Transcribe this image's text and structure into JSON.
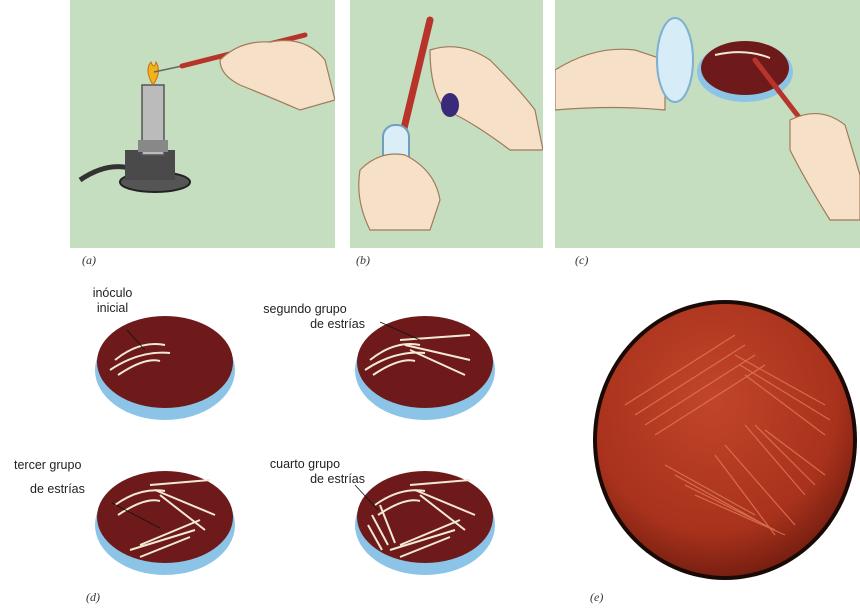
{
  "captions": {
    "a": "(a)",
    "b": "(b)",
    "c": "(c)",
    "d": "(d)",
    "e": "(e)"
  },
  "labels": {
    "inoculo_line1": "inóculo",
    "inoculo_line2": "inicial",
    "segundo_line1": "segundo grupo",
    "segundo_line2": "de estrías",
    "tercer_line1": "tercer grupo",
    "tercer_line2": "de estrías",
    "cuarto_line1": "cuarto grupo",
    "cuarto_line2": "de estrías"
  },
  "colors": {
    "panel_background": "#c6dec0",
    "agar": "#6e1a1a",
    "plate_rim": "#8cc4e8",
    "streak": "#f3ead2",
    "photo_agar": "#a8321c",
    "loop_handle": "#b8342a"
  }
}
